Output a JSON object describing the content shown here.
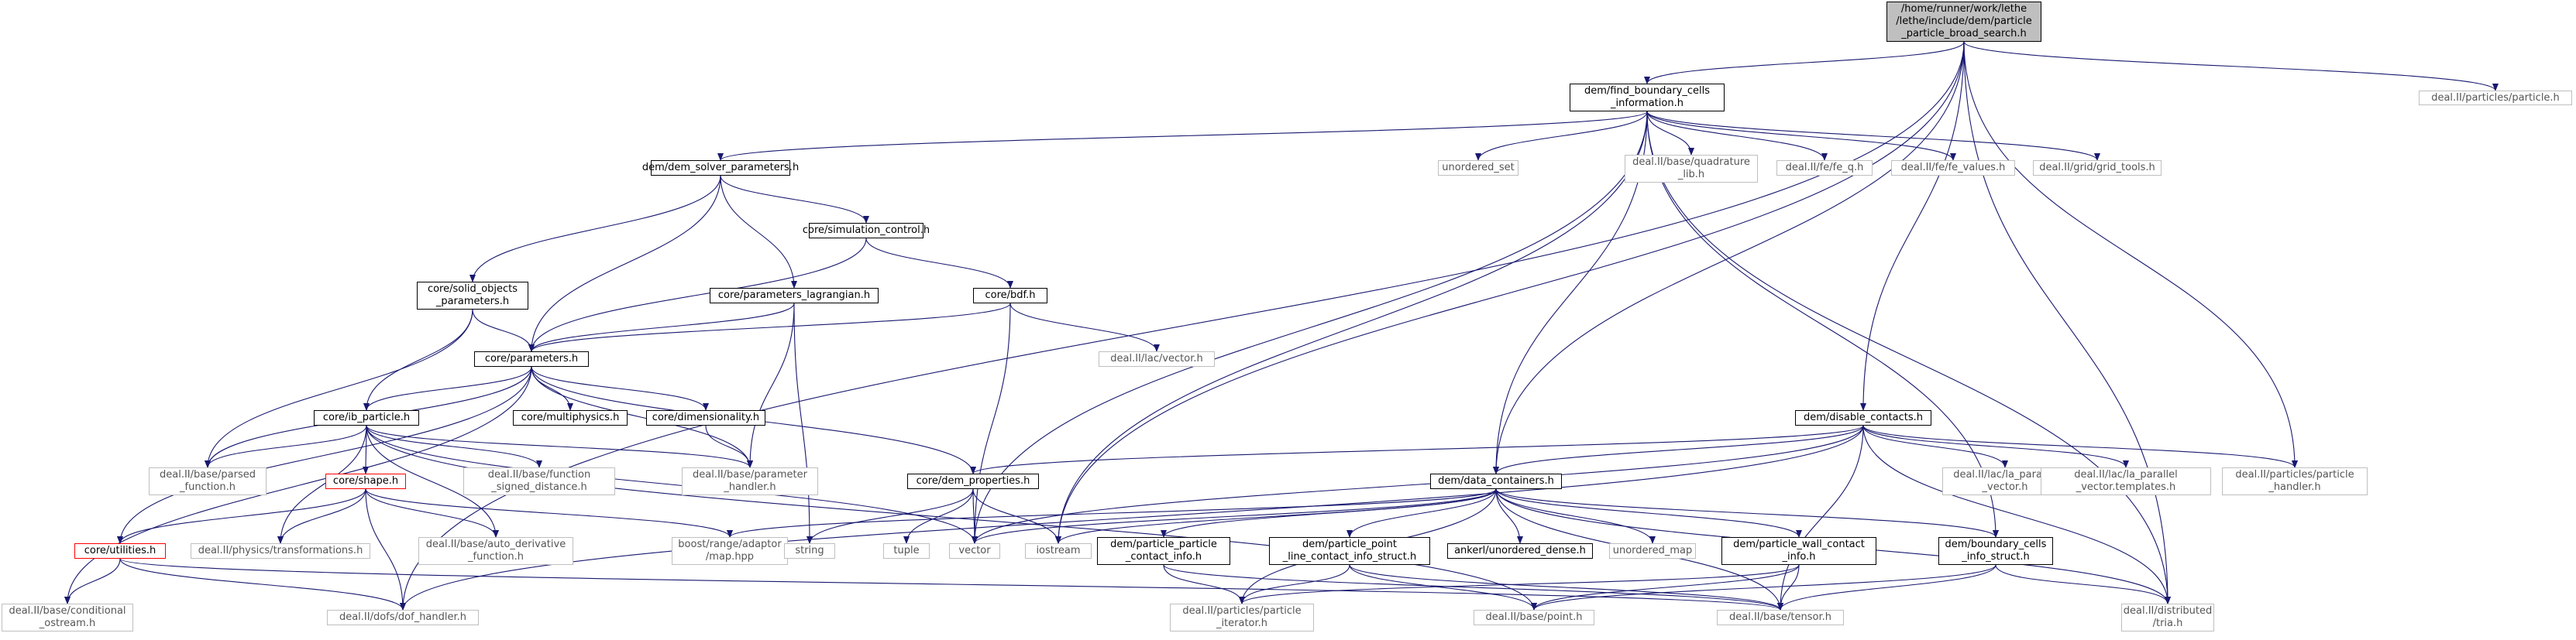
{
  "graph": {
    "colors": {
      "edge": "#191970",
      "box": "#000000",
      "external_box": "#bfbfbf",
      "missing_box": "#ff0000",
      "root_fill": "#bfbfbf"
    },
    "nodes": {
      "root": "/home/runner/work/lethe\n/lethe/include/dem/particle\n_particle_broad_search.h",
      "find_boundary": "dem/find_boundary_cells\n_information.h",
      "particles_particle": "deal.II/particles/particle.h",
      "dem_solver_params": "dem/dem_solver_parameters.h",
      "unordered_set": "unordered_set",
      "quadrature_lib": "deal.II/base/quadrature\n_lib.h",
      "fe_q": "deal.II/fe/fe_q.h",
      "fe_values": "deal.II/fe/fe_values.h",
      "grid_tools": "deal.II/grid/grid_tools.h",
      "sim_control": "core/simulation_control.h",
      "solid_objects": "core/solid_objects\n_parameters.h",
      "params_lagrangian": "core/parameters_lagrangian.h",
      "bdf": "core/bdf.h",
      "lac_vector": "deal.II/lac/vector.h",
      "parameters": "core/parameters.h",
      "disable_contacts": "dem/disable_contacts.h",
      "ib_particle": "core/ib_particle.h",
      "multiphysics": "core/multiphysics.h",
      "dimensionality": "core/dimensionality.h",
      "parsed_function": "deal.II/base/parsed\n_function.h",
      "parameter_handler": "deal.II/base/parameter\n_handler.h",
      "function_signed": "deal.II/base/function\n_signed_distance.h",
      "shape": "core/shape.h",
      "dem_properties": "core/dem_properties.h",
      "data_containers": "dem/data_containers.h",
      "la_parallel_vector": "deal.II/lac/la_parallel\n_vector.h",
      "la_parallel_templates": "deal.II/lac/la_parallel\n_vector.templates.h",
      "particle_handler": "deal.II/particles/particle\n_handler.h",
      "utilities": "core/utilities.h",
      "physics_transformations": "deal.II/physics/transformations.h",
      "auto_derivative": "deal.II/base/auto_derivative\n_function.h",
      "boost_map": "boost/range/adaptor\n/map.hpp",
      "string": "string",
      "tuple": "tuple",
      "vector": "vector",
      "iostream": "iostream",
      "particle_contact_info": "dem/particle_particle\n_contact_info.h",
      "point_line": "dem/particle_point\n_line_contact_info_struct.h",
      "ankerl": "ankerl/unordered_dense.h",
      "unordered_map": "unordered_map",
      "wall_contact": "dem/particle_wall_contact\n_info.h",
      "boundary_cells_struct": "dem/boundary_cells\n_info_struct.h",
      "conditional_ostream": "deal.II/base/conditional\n_ostream.h",
      "dof_handler": "deal.II/dofs/dof_handler.h",
      "particle_iterator": "deal.II/particles/particle\n_iterator.h",
      "point": "deal.II/base/point.h",
      "tensor": "deal.II/base/tensor.h",
      "tria": "deal.II/distributed\n/tria.h"
    }
  }
}
